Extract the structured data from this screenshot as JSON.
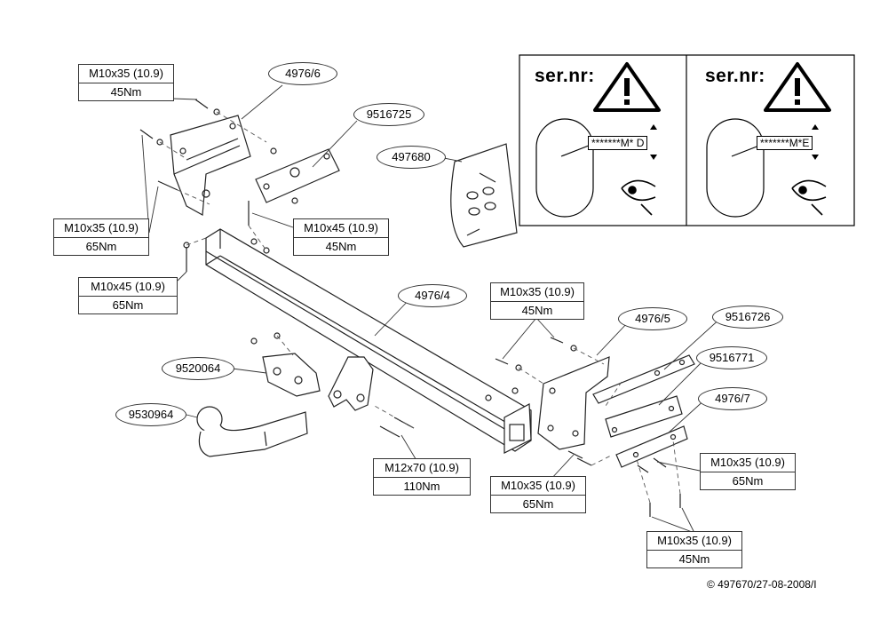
{
  "parts": {
    "p4976_6": "4976/6",
    "p9516725": "9516725",
    "p497680": "497680",
    "p4976_4": "4976/4",
    "p4976_5": "4976/5",
    "p9516726": "9516726",
    "p9516771": "9516771",
    "p4976_7": "4976/7",
    "p9520064": "9520064",
    "p9530964": "9530964"
  },
  "bolts": {
    "b1": {
      "spec": "M10x35 (10.9)",
      "torque": "45Nm"
    },
    "b2": {
      "spec": "M10x35 (10.9)",
      "torque": "65Nm"
    },
    "b3": {
      "spec": "M10x45 (10.9)",
      "torque": "45Nm"
    },
    "b4": {
      "spec": "M10x45 (10.9)",
      "torque": "65Nm"
    },
    "b5": {
      "spec": "M10x35 (10.9)",
      "torque": "45Nm"
    },
    "b6": {
      "spec": "M12x70 (10.9)",
      "torque": "110Nm"
    },
    "b7": {
      "spec": "M10x35 (10.9)",
      "torque": "65Nm"
    },
    "b8": {
      "spec": "M10x35 (10.9)",
      "torque": "65Nm"
    },
    "b9": {
      "spec": "M10x35 (10.9)",
      "torque": "45Nm"
    }
  },
  "serial": {
    "title_left": "ser.nr:",
    "title_right": "ser.nr:",
    "code_left": "*******M* D",
    "code_right": "*******M*E"
  },
  "copyright": "© 497670/27-08-2008/I"
}
